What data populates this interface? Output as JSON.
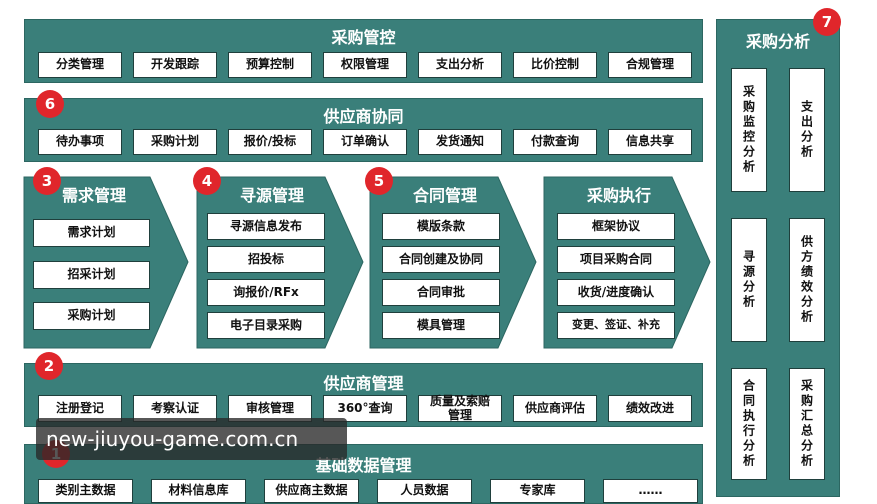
{
  "procurement_control": {
    "title": "采购管控",
    "items": [
      "分类管理",
      "开发跟踪",
      "预算控制",
      "权限管理",
      "支出分析",
      "比价控制",
      "合规管理"
    ]
  },
  "supplier_collab": {
    "badge": "6",
    "title": "供应商协同",
    "items": [
      "待办事项",
      "采购计划",
      "报价/投标",
      "订单确认",
      "发货通知",
      "付款查询",
      "信息共享"
    ]
  },
  "demand": {
    "badge": "3",
    "title": "需求管理",
    "items": [
      "需求计划",
      "招采计划",
      "采购计划"
    ]
  },
  "sourcing": {
    "badge": "4",
    "title": "寻源管理",
    "items": [
      "寻源信息发布",
      "招投标",
      "询报价/RFx",
      "电子目录采购"
    ]
  },
  "contract": {
    "badge": "5",
    "title": "合同管理",
    "items": [
      "模版条款",
      "合同创建及协同",
      "合同审批",
      "模具管理"
    ]
  },
  "execution": {
    "title": "采购执行",
    "items": [
      "框架协议",
      "项目采购合同",
      "收货/进度确认",
      "变更、签证、补充"
    ]
  },
  "supplier_mgmt": {
    "badge": "2",
    "title": "供应商管理",
    "items": [
      "注册登记",
      "考察认证",
      "审核管理",
      "360°查询",
      "质量及索赔管理",
      "供应商评估",
      "绩效改进"
    ]
  },
  "master_data": {
    "badge": "1",
    "title": "基础数据管理",
    "items": [
      "类别主数据",
      "材料信息库",
      "供应商主数据",
      "人员数据",
      "专家库",
      "……"
    ]
  },
  "analysis": {
    "badge": "7",
    "title": "采购分析",
    "items": [
      "采购监控分析",
      "支出分析",
      "寻源分析",
      "供方绩效分析",
      "合同执行分析",
      "采购汇总分析"
    ]
  },
  "watermark": "new-jiuyou-game.com.cn",
  "colors": {
    "panel": "#3a7f7a",
    "badge": "#e0262b",
    "box_border": "#1f3f3c"
  }
}
